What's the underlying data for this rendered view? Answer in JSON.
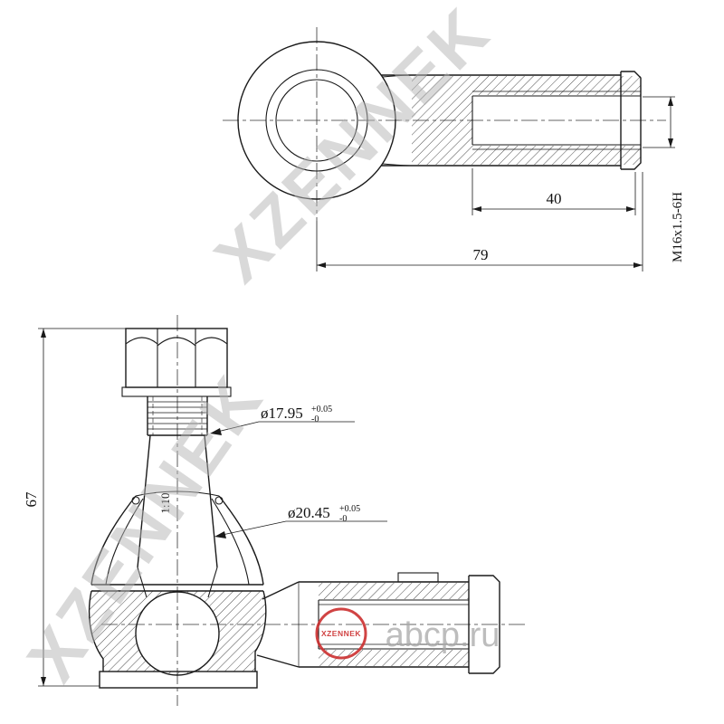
{
  "drawing": {
    "top_view": {
      "dim_thread_depth": "40",
      "dim_total_length": "79",
      "thread_spec": "M16x1.5-6H"
    },
    "side_view": {
      "dim_height": "67",
      "taper": "1:10",
      "stud_diameter": {
        "value": "ø17.95",
        "tol_plus": "+0.05",
        "tol_minus": "-0"
      },
      "cone_diameter": {
        "value": "ø20.45",
        "tol_plus": "+0.05",
        "tol_minus": "-0"
      }
    },
    "watermark": {
      "brand_top": "XZENNEK",
      "brand_bottom": "XZENNEK",
      "logo_text": "XZENNEK",
      "site": "abcp.ru"
    },
    "colors": {
      "line": "#1a1a1a",
      "watermark_gray": "#b5b5b5",
      "logo_red": "#cc2f2f",
      "site_gray": "#a8a8a8"
    }
  }
}
